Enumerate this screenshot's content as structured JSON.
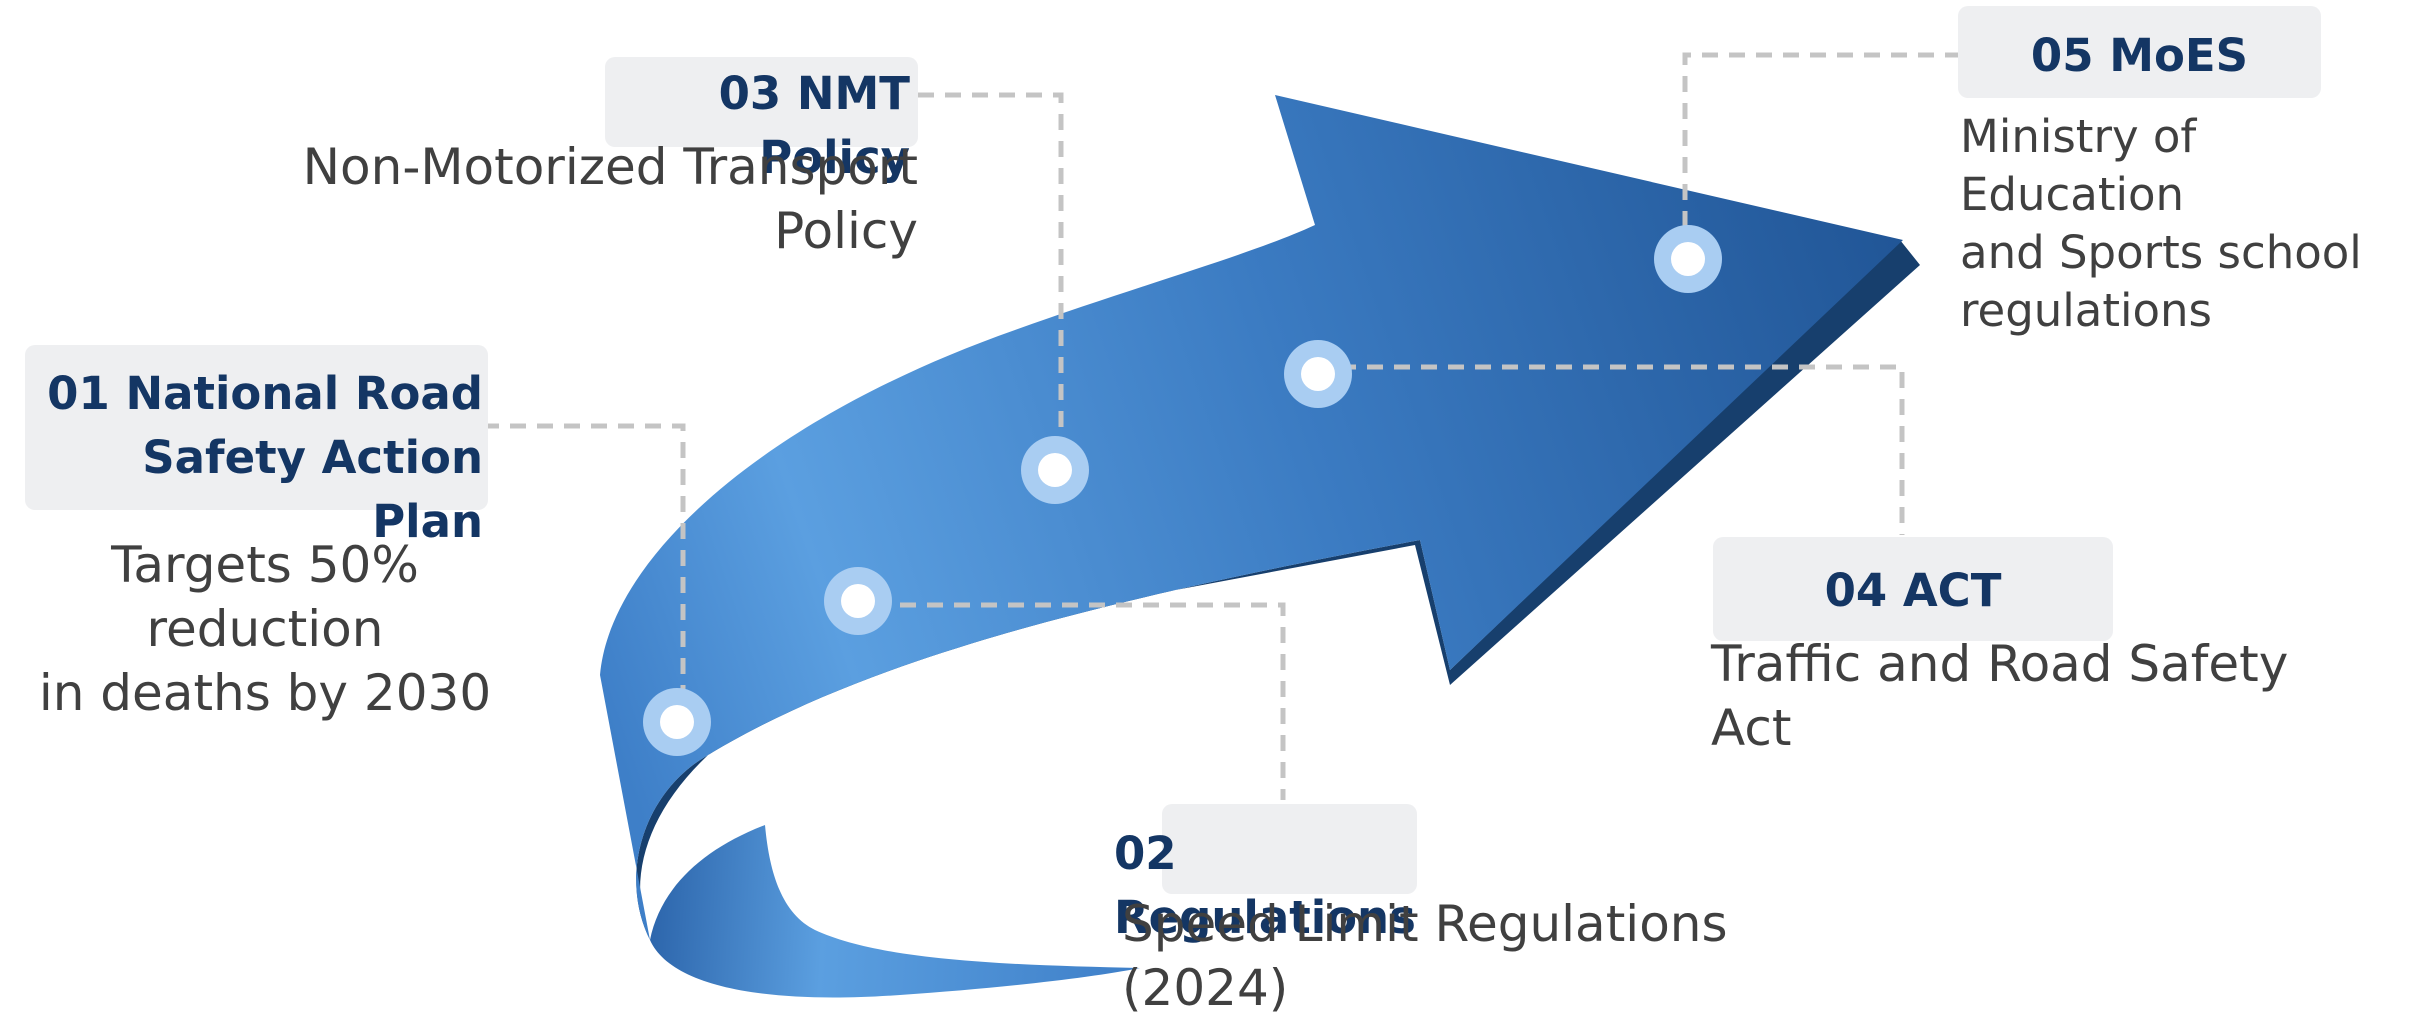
{
  "milestones": [
    {
      "number": "01",
      "title_line1": "National Road",
      "title_line2": "Safety Action Plan",
      "desc_line1": "Targets 50% reduction",
      "desc_line2": "in deaths by 2030"
    },
    {
      "number": "02",
      "title": "Regulations",
      "desc_line1": "Speed Limit Regulations",
      "desc_line2": "(2024)"
    },
    {
      "number": "03",
      "title": "NMT Policy",
      "desc_line1": "Non-Motorized Transport",
      "desc_line2": "Policy"
    },
    {
      "number": "04",
      "title": "ACT",
      "desc_line1": "Traffic and Road Safety",
      "desc_line2": "Act"
    },
    {
      "number": "05",
      "title": "MoES",
      "desc_line1": "Ministry of Education",
      "desc_line2": "and Sports school",
      "desc_line3": "regulations"
    }
  ],
  "colors": {
    "arrow_light": "#5b9fe0",
    "arrow_dark": "#215697",
    "arrow_edge": "#173f6d",
    "title_text": "#143664",
    "title_bg": "#eeeff1",
    "desc_text": "#404040",
    "connector": "#c4c4c4",
    "marker_ring": "#a9cdf2",
    "marker_core": "#ffffff"
  }
}
